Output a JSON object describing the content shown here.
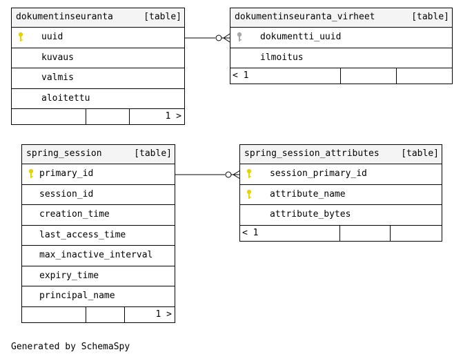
{
  "tables": {
    "dokumentinseuranta": {
      "name": "dokumentinseuranta",
      "kind": "[table]",
      "columns": [
        "uuid",
        "kuvaus",
        "valmis",
        "aloitettu"
      ],
      "footer": "1 >"
    },
    "virheet": {
      "name": "dokumentinseuranta_virheet",
      "kind": "[table]",
      "columns": [
        "dokumentti_uuid",
        "ilmoitus"
      ],
      "footer": "< 1"
    },
    "spring_session": {
      "name": "spring_session",
      "kind": "[table]",
      "columns": [
        "primary_id",
        "session_id",
        "creation_time",
        "last_access_time",
        "max_inactive_interval",
        "expiry_time",
        "principal_name"
      ],
      "footer": "1 >"
    },
    "attributes": {
      "name": "spring_session_attributes",
      "kind": "[table]",
      "columns": [
        "session_primary_id",
        "attribute_name",
        "attribute_bytes"
      ],
      "footer": "< 1"
    }
  },
  "key_colors": {
    "primary": "#e6d400",
    "foreign": "#a8a8a8"
  },
  "caption": "Generated by SchemaSpy"
}
